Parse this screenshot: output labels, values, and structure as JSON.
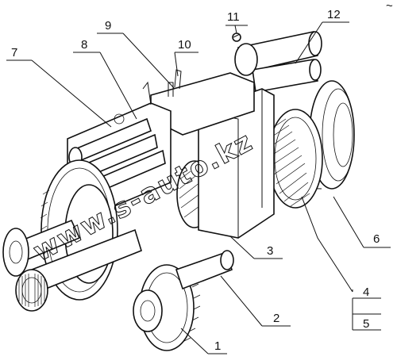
{
  "diagram": {
    "callouts": [
      "1",
      "2",
      "3",
      "4",
      "5",
      "6",
      "7",
      "8",
      "9",
      "10",
      "11",
      "12"
    ],
    "watermark": "www.s-auto.kz",
    "corner_mark": "~"
  }
}
